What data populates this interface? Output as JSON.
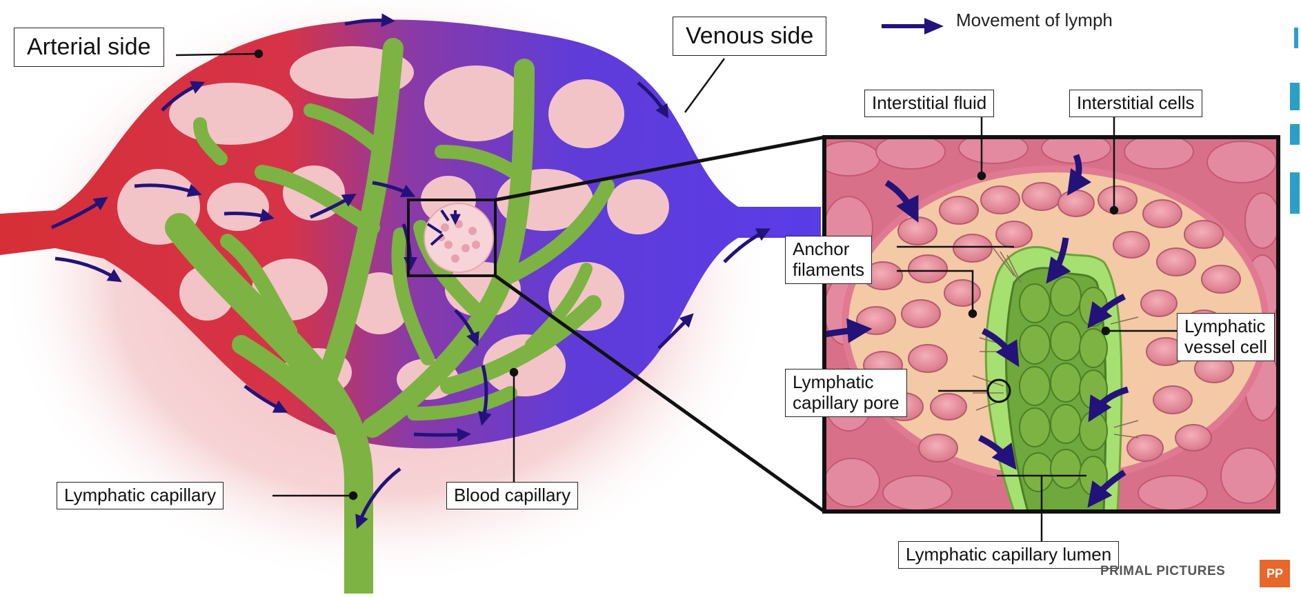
{
  "legend": {
    "label": "Movement of lymph",
    "icon": "arrow-icon"
  },
  "labels": {
    "arterial_side": "Arterial side",
    "venous_side": "Venous side",
    "interstitial_fluid": "Interstitial fluid",
    "interstitial_cells": "Interstitial cells",
    "anchor_filaments": "Anchor\nfilaments",
    "lymphatic_vessel_cell": "Lymphatic\nvessel cell",
    "lymphatic_capillary_pore": "Lymphatic\ncapillary pore",
    "lymphatic_capillary": "Lymphatic capillary",
    "blood_capillary": "Blood capillary",
    "lymphatic_capillary_lumen": "Lymphatic capillary lumen"
  },
  "branding": {
    "name": "PRIMAL PICTURES",
    "badge": "PP"
  },
  "colors": {
    "arterial": "#d9323a",
    "venous": "#5a3ce0",
    "mixed": "#8a3aa6",
    "lymph": "#7cb342",
    "lymph_light": "#a6e070",
    "arrow": "#23127a",
    "tissue_pink": "#e58fa3",
    "fluid": "#f3c9a6"
  }
}
